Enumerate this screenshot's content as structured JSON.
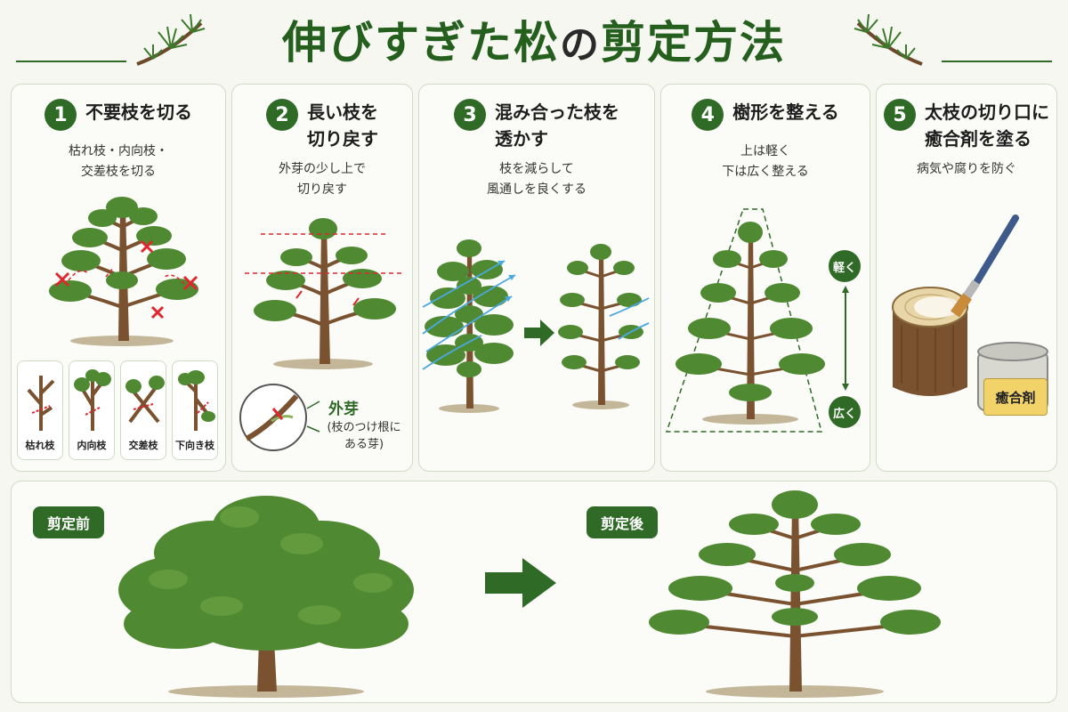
{
  "title": {
    "part1": "伸びすぎた松",
    "part2": "の",
    "part3": "剪定方法"
  },
  "steps": [
    {
      "num": "1",
      "title": "不要枝を切る",
      "desc": "枯れ枝・内向枝・\n交差枝を切る",
      "examples": [
        "枯れ枝",
        "内向枝",
        "交差枝",
        "下向き枝"
      ]
    },
    {
      "num": "2",
      "title": "長い枝を\n切り戻す",
      "desc": "外芽の少し上で\n切り戻す",
      "bud_label": "外芽",
      "bud_note": "(枝のつけ根に\nある芽)"
    },
    {
      "num": "3",
      "title": "混み合った枝を\n透かす",
      "desc": "枝を減らして\n風通しを良くする"
    },
    {
      "num": "4",
      "title": "樹形を整える",
      "desc": "上は軽く\n下は広く整える",
      "top_label": "軽く",
      "bottom_label": "広く"
    },
    {
      "num": "5",
      "title": "太枝の切り口に\n癒合剤を塗る",
      "desc": "病気や腐りを防ぐ",
      "can_label": "癒合剤"
    }
  ],
  "compare": {
    "before": "剪定前",
    "after": "剪定後"
  },
  "colors": {
    "accent": "#2f6b27",
    "cut_mark": "#e0262e",
    "wind": "#4aa8e0"
  }
}
